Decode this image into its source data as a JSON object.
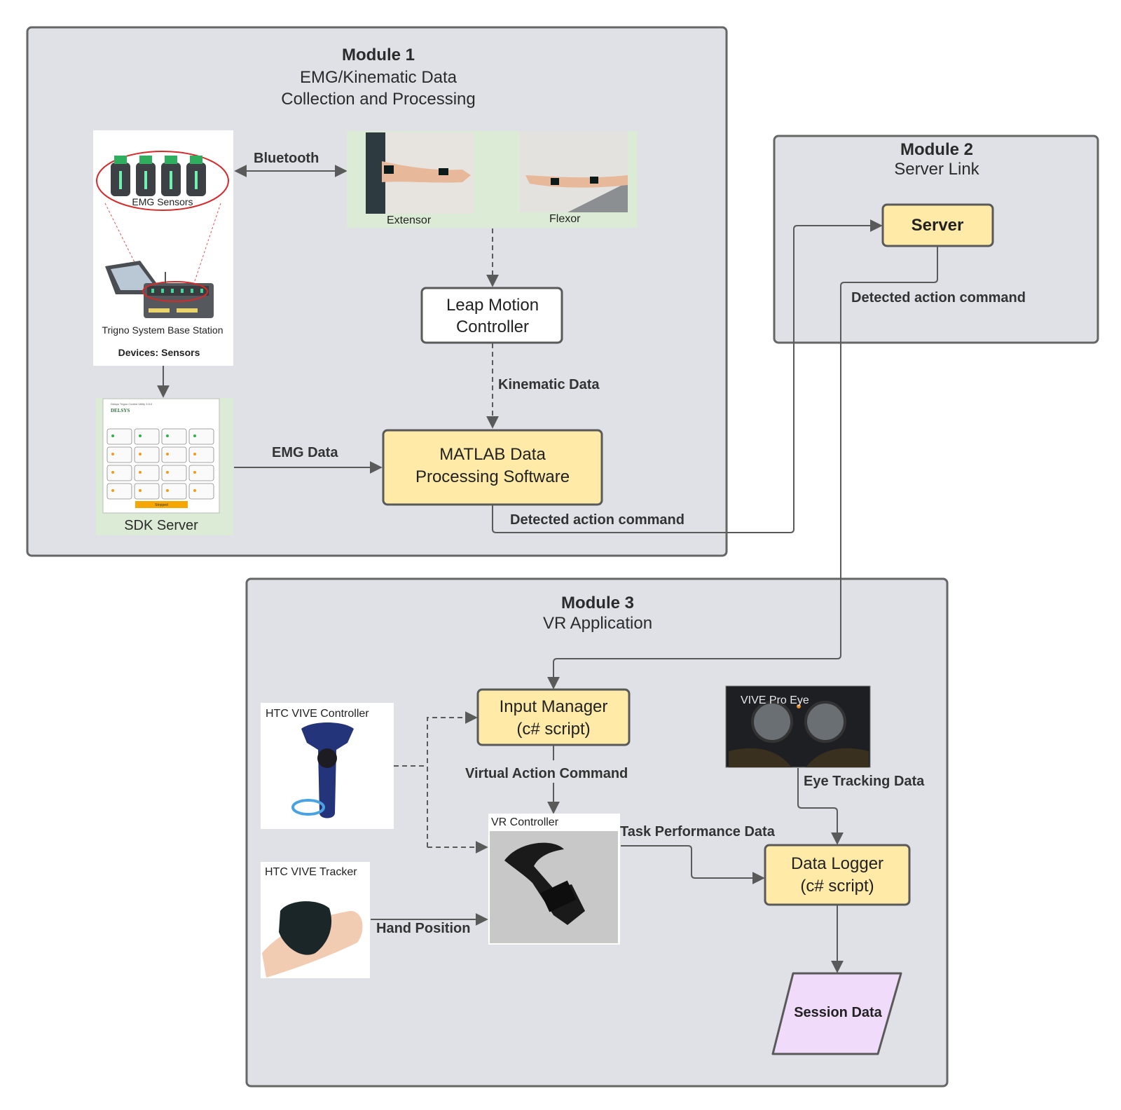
{
  "module1": {
    "title": "Module 1",
    "subtitle_line1": "EMG/Kinematic Data",
    "subtitle_line2": "Collection and Processing",
    "emg_sensors_label": "EMG Sensors",
    "base_station_label": "Trigno System Base Station",
    "devices_label": "Devices: Sensors",
    "bluetooth_label": "Bluetooth",
    "extensor_label": "Extensor",
    "flexor_label": "Flexor",
    "leap_motion_line1": "Leap Motion",
    "leap_motion_line2": "Controller",
    "kinematic_data_label": "Kinematic Data",
    "sdk_server_label": "SDK Server",
    "sdk_window_title": "Delsys Trigno Control Utility 3.5.0",
    "sdk_brand": "DELSYS",
    "sdk_status": "Stopped",
    "emg_data_label": "EMG Data",
    "matlab_line1": "MATLAB Data",
    "matlab_line2": "Processing Software",
    "detected_action_label": "Detected action command"
  },
  "module2": {
    "title": "Module 2",
    "subtitle": "Server Link",
    "server_label": "Server",
    "detected_action_label": "Detected action command"
  },
  "module3": {
    "title": "Module 3",
    "subtitle": "VR Application",
    "htc_controller_label": "HTC VIVE Controller",
    "htc_tracker_label": "HTC VIVE Tracker",
    "input_manager_line1": "Input Manager",
    "input_manager_line2": "(c# script)",
    "virtual_action_label": "Virtual Action Command",
    "vr_controller_label": "VR Controller",
    "hand_position_label": "Hand Position",
    "task_performance_label": "Task Performance Data",
    "vive_pro_eye_label": "VIVE Pro Eye",
    "eye_tracking_label": "Eye Tracking Data",
    "data_logger_line1": "Data Logger",
    "data_logger_line2": "(c# script)",
    "session_data_label": "Session Data"
  },
  "colors": {
    "module_fill": "#dfe1e6",
    "process_fill": "#ffeaa7",
    "data_fill": "#f1dbfb",
    "image_panel_fill": "#dcebd5",
    "connector": "#5a5a5a"
  }
}
